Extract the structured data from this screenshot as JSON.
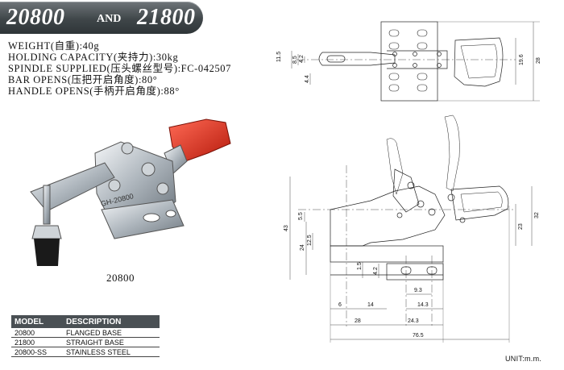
{
  "title": {
    "model_a": "20800",
    "and": "AND",
    "model_b": "21800"
  },
  "specs": [
    "WEIGHT(自重):40g",
    "HOLDING CAPACITY(夹持力):30kg",
    "SPINDLE SUPPLIED(压头螺丝型号):FC-042507",
    "BAR OPENS(压把开启角度):80°",
    "HANDLE OPENS(手柄开启角度):88°"
  ],
  "photo_caption": "20800",
  "product_label": "GH-20800",
  "table": {
    "headers": [
      "MODEL",
      "DESCRIPTION"
    ],
    "rows": [
      [
        "20800",
        "FLANGED BASE"
      ],
      [
        "21800",
        "STRAIGHT BASE"
      ],
      [
        "20800-SS",
        "STAINLESS STEEL"
      ]
    ]
  },
  "dimensions": {
    "top_view": [
      "11.5",
      "8.5",
      "4.2",
      "4.4",
      "19.6",
      "28"
    ],
    "side_view": [
      "43",
      "5.5",
      "24",
      "12.5",
      "1.5",
      "4.2",
      "9.3",
      "6",
      "14",
      "14.3",
      "28",
      "24.3",
      "76.5",
      "32",
      "23"
    ]
  },
  "unit": "UNIT:m.m.",
  "colors": {
    "title_bar": "#3f4649",
    "handle": "#d92a1a",
    "table_header": "#4a5054"
  }
}
